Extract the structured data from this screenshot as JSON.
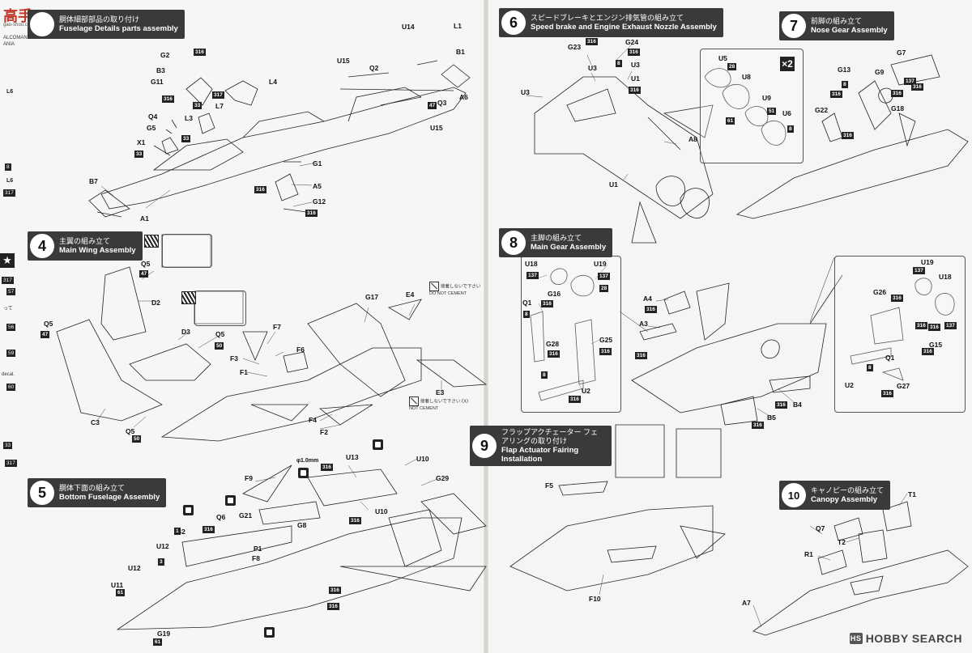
{
  "watermark": {
    "brand": "高手",
    "site": "gao-shou.com"
  },
  "hobbysearch": {
    "mark": "HS",
    "text": "HOBBY SEARCH"
  },
  "steps": [
    {
      "num": "",
      "jp": "胴体細部部品の取り付け",
      "en": "Fuselage Details parts assembly"
    },
    {
      "num": "4",
      "jp": "主翼の組み立て",
      "en": "Main Wing Assembly"
    },
    {
      "num": "5",
      "jp": "胴体下面の組み立て",
      "en": "Bottom Fuselage Assembly"
    },
    {
      "num": "6",
      "jp": "スピードブレーキとエンジン排気管の組み立て",
      "en": "Speed brake and Engine Exhaust Nozzle Assembly"
    },
    {
      "num": "7",
      "jp": "前脚の組み立て",
      "en": "Nose Gear Assembly"
    },
    {
      "num": "8",
      "jp": "主脚の組み立て",
      "en": "Main Gear Assembly"
    },
    {
      "num": "9",
      "jp": "フラップアクチェーター フェアリングの取り付け",
      "en": "Flap Actuator Fairing Installation"
    },
    {
      "num": "10",
      "jp": "キャノピーの組み立て",
      "en": "Canopy Assembly"
    }
  ],
  "notes": {
    "no_cement": "接着しないで下さい DO NOT CEMENT",
    "times_two": "×2",
    "diameter": "φ1.0mm"
  },
  "left_edge": {
    "lines": [
      "ALCOMANE",
      "ANIA",
      "L6",
      "8",
      "L6",
      "317",
      "317",
      "57",
      "って",
      "56",
      "59",
      "decal.",
      "60",
      "33",
      "317"
    ],
    "star": "★"
  },
  "callouts_left": [
    "U14",
    "L1",
    "B1",
    "Q2",
    "U15",
    "A6",
    "Q3",
    "U15",
    "G2",
    "B3",
    "G11",
    "L4",
    "L7",
    "L3",
    "Q4",
    "G5",
    "X1",
    "B7",
    "A1",
    "G1",
    "A5",
    "G12",
    "Q5",
    "D2",
    "Q5",
    "D3",
    "Q5",
    "C3",
    "Q5",
    "F7",
    "F6",
    "F3",
    "F1",
    "F4",
    "F2",
    "G17",
    "E4",
    "E3",
    "F9",
    "U13",
    "U10",
    "G29",
    "B2",
    "Q6",
    "G21",
    "G8",
    "U12",
    "U12",
    "U11",
    "G19",
    "P1",
    "F8",
    "U10"
  ],
  "callouts_right": [
    "G23",
    "G24",
    "U3",
    "U3",
    "U3",
    "U1",
    "A8",
    "U1",
    "U5",
    "U8",
    "U9",
    "U6",
    "G7",
    "G13",
    "G9",
    "G22",
    "G18",
    "U18",
    "U19",
    "G16",
    "Q1",
    "G28",
    "G25",
    "U2",
    "A4",
    "A3",
    "B4",
    "B5",
    "U19",
    "U18",
    "G26",
    "G15",
    "Q1",
    "U2",
    "G27",
    "F5",
    "F10",
    "T1",
    "Q7",
    "T2",
    "R1",
    "A7"
  ],
  "paint_codes": [
    "316",
    "317",
    "33",
    "47",
    "8",
    "137",
    "28",
    "50",
    "51",
    "61",
    "3",
    "1"
  ],
  "colors": {
    "step_bg": "#3a3a3a",
    "paper": "#f5f5f3",
    "ink": "#111111",
    "watermark": "#c0392b"
  }
}
